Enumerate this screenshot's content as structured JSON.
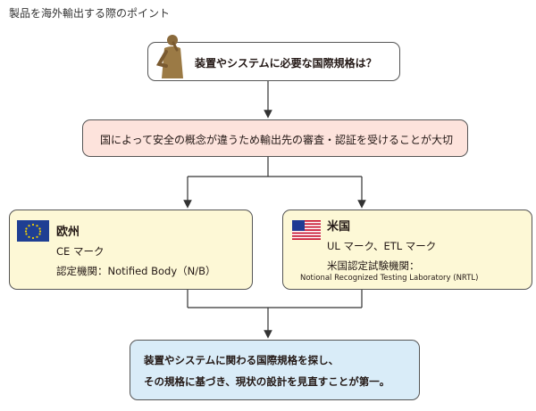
{
  "heading": "製品を海外輸出する際のポイント",
  "top_box": {
    "text": "装置やシステムに必要な国際規格は？",
    "icon": "thinking-person-icon"
  },
  "middle_box": {
    "text": "国によって安全の概念が違うため輸出先の審査・認証を受けることが大切"
  },
  "europe_box": {
    "title": "欧州",
    "line1": "CE マーク",
    "line2": "認定機関：Notified Body（N/B）",
    "flag": "eu-flag-icon"
  },
  "us_box": {
    "title": "米国",
    "line1": "UL マーク、ETL マーク",
    "line2": "米国認定試験機関：",
    "line3": "Notional Recognized Testing Laboratory (NRTL)",
    "flag": "us-flag-icon"
  },
  "final_box": {
    "line1": "装置やシステムに関わる国際規格を探し、",
    "line2": "その規格に基づき、現状の設計を見直すことが第一。"
  },
  "colors": {
    "pink": "#fde3dc",
    "yellow": "#fdf8d6",
    "blue": "#d9ecf8",
    "line": "#333333"
  }
}
